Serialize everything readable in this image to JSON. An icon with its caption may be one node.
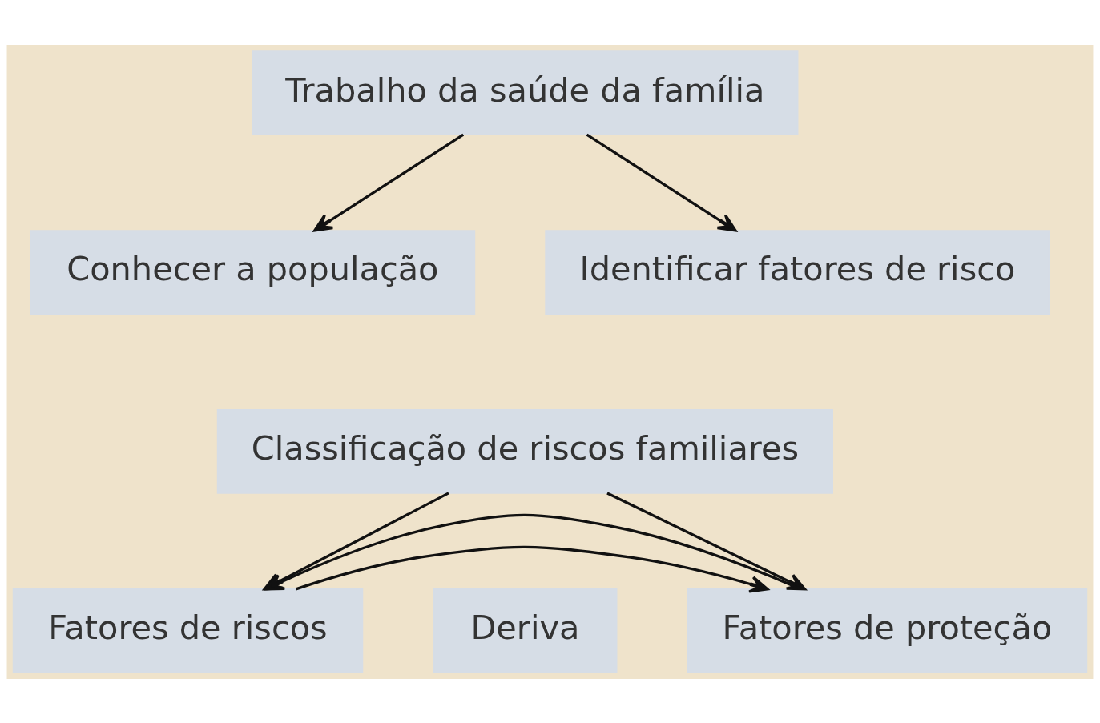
{
  "diagram": {
    "nodes": [
      {
        "text": [
          "Trabalho da saúde da família"
        ]
      },
      {
        "text": [
          "Conhecer a população"
        ]
      },
      {
        "text": [
          "Identificar fatores de risco"
        ]
      },
      {
        "text": [
          "Classificação de riscos familiares"
        ]
      },
      {
        "text": [
          "Fatores de riscos"
        ]
      },
      {
        "text": [
          "Deriva"
        ]
      },
      {
        "text": [
          "Fatores de proteção"
        ]
      }
    ],
    "edges": [
      {
        "from": 0,
        "to": 1,
        "arrow": "to"
      },
      {
        "from": 0,
        "to": 2,
        "arrow": "to"
      },
      {
        "from": 3,
        "to": 4,
        "arrow": "to"
      },
      {
        "from": 3,
        "to": 6,
        "arrow": "to"
      },
      {
        "from": 4,
        "to": 6,
        "arrow": "to"
      },
      {
        "from": 6,
        "to": 4,
        "arrow": "to"
      }
    ]
  }
}
